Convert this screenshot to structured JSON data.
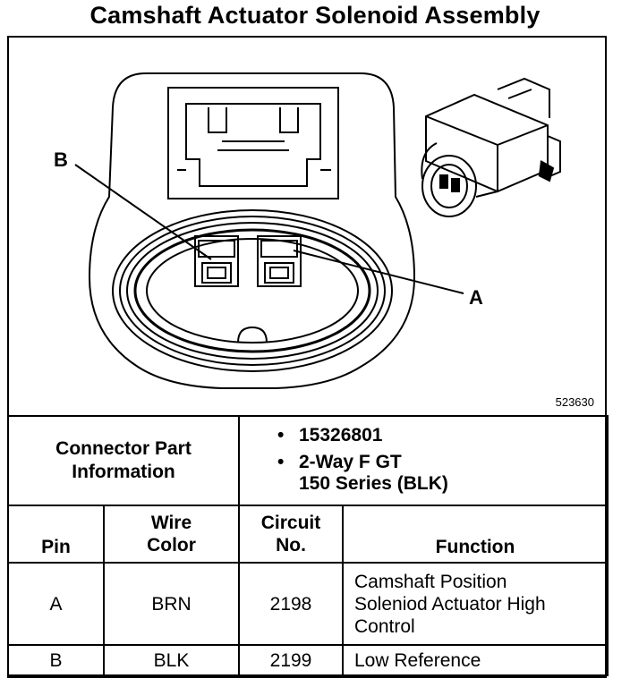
{
  "title": "Camshaft Actuator Solenoid Assembly",
  "figure_number": "523630",
  "callouts": {
    "pin_b": "B",
    "pin_a": "A"
  },
  "connector_part_info": {
    "label_line1": "Connector Part",
    "label_line2": "Information",
    "part_number": "15326801",
    "description_line1": "2-Way F GT",
    "description_line2": "150 Series (BLK)"
  },
  "pin_table": {
    "headers": {
      "pin": "Pin",
      "wire_color_line1": "Wire",
      "wire_color_line2": "Color",
      "circuit_line1": "Circuit",
      "circuit_line2": "No.",
      "function": "Function"
    },
    "rows": [
      {
        "pin": "A",
        "wire_color": "BRN",
        "circuit": "2198",
        "function_line1": "Camshaft Position",
        "function_line2": "Soleniod Actuator High",
        "function_line3": "Control"
      },
      {
        "pin": "B",
        "wire_color": "BLK",
        "circuit": "2199",
        "function_line1": "Low Reference"
      }
    ]
  },
  "bullet": "•"
}
